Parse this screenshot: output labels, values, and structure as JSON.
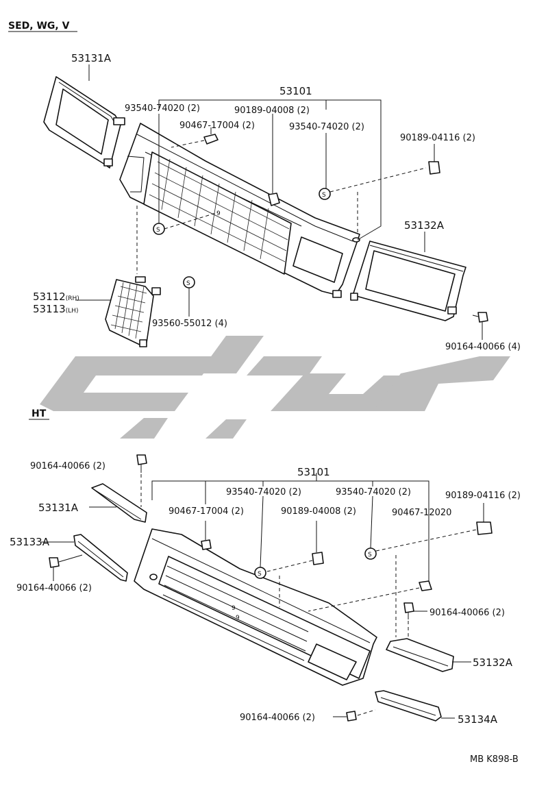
{
  "sections": {
    "top": "SED, WG, V",
    "bottom": "HT"
  },
  "top": {
    "assy": "53101",
    "p_53131A": "53131A",
    "p_93540_a": "93540-74020 (2)",
    "p_90189_a": "90189-04008 (2)",
    "p_90467_a": "90467-17004 (2)",
    "p_93540_b": "93540-74020 (2)",
    "p_90189_b": "90189-04116 (2)",
    "p_53132A": "53132A",
    "p_53112": "53112",
    "p_53112_side": "(RH)",
    "p_53113": "53113",
    "p_53113_side": "(LH)",
    "p_93560": "93560-55012 (4)",
    "p_90164": "90164-40066 (4)",
    "s_mark": "S"
  },
  "bottom": {
    "assy": "53101",
    "p_90164_a": "90164-40066 (2)",
    "p_53131A": "53131A",
    "p_53133A": "53133A",
    "p_90164_b": "90164-40066 (2)",
    "p_93540_a": "93540-74020 (2)",
    "p_90467_a": "90467-17004 (2)",
    "p_90189_a": "90189-04008 (2)",
    "p_93540_b": "93540-74020 (2)",
    "p_90467_b": "90467-12020",
    "p_90189_b": "90189-04116 (2)",
    "p_90164_c": "90164-40066 (2)",
    "p_53132A": "53132A",
    "p_90164_d": "90164-40066 (2)",
    "p_53134A": "53134A",
    "s_mark": "S"
  },
  "ref_code": "MB K898-B"
}
